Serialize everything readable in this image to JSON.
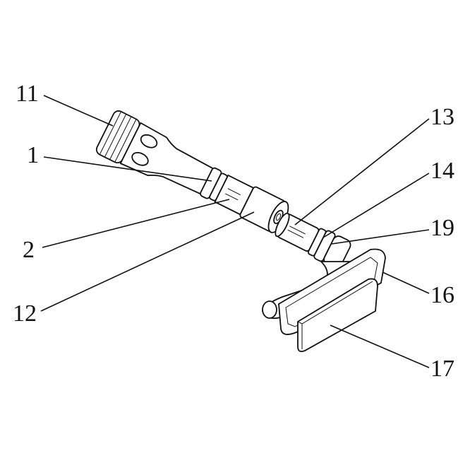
{
  "figure": {
    "labels": {
      "l11": "11",
      "l1": "1",
      "l2": "2",
      "l12": "12",
      "l13": "13",
      "l14": "14",
      "l19": "19",
      "l16": "16",
      "l17": "17"
    }
  }
}
